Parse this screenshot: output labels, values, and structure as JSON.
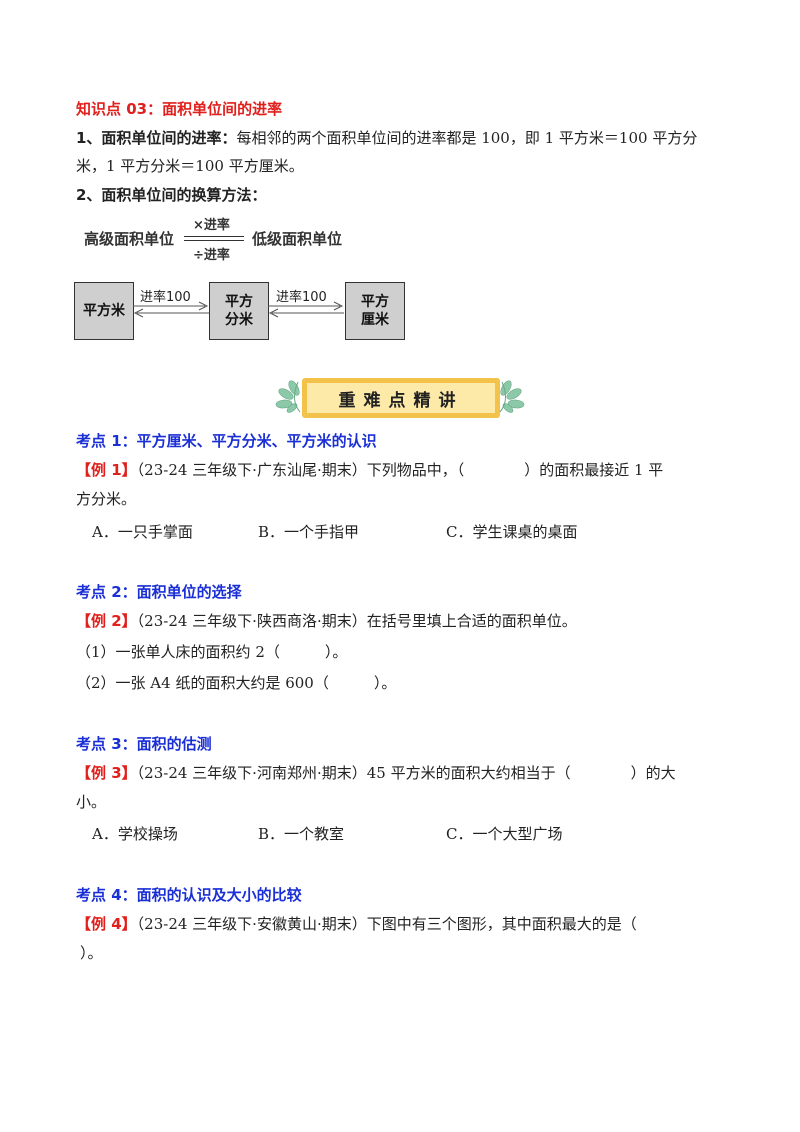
{
  "section_knowledge": {
    "title": "知识点 03：面积单位间的进率",
    "item1_label": "1、面积单位间的进率：",
    "item1_text_a": "每相邻的两个面积单位间的进率都是 100，即 1 平方米＝100 平方分",
    "item1_text_b": "米，1 平方分米＝100 平方厘米。",
    "item2_label": "2、面积单位间的换算方法："
  },
  "conversion_diagram": {
    "high_unit": "高级面积单位",
    "multiply_rate": "×进率",
    "divide_rate": "÷进率",
    "low_unit": "低级面积单位"
  },
  "unit_chain": {
    "box1": "平方米",
    "box2_line1": "平方",
    "box2_line2": "分米",
    "box3_line1": "平方",
    "box3_line2": "厘米",
    "rate1": "进率100",
    "rate2": "进率100"
  },
  "banner": {
    "title": "重难点精讲"
  },
  "kaodian1": {
    "title": "考点 1：平方厘米、平方分米、平方米的认识",
    "example_tag": "【例 1】",
    "question_a": "（23-24 三年级下·广东汕尾·期末）下列物品中，（　　　　）的面积最接近 1 平",
    "question_b": "方分米。",
    "option_a": "A．一只手掌面",
    "option_b": "B．一个手指甲",
    "option_c": "C．学生课桌的桌面"
  },
  "kaodian2": {
    "title": "考点 2：面积单位的选择",
    "example_tag": "【例 2】",
    "question": "（23-24 三年级下·陕西商洛·期末）在括号里填上合适的面积单位。",
    "sub1": "（1）一张单人床的面积约 2（　　　）。",
    "sub2": "（2）一张 A4 纸的面积大约是 600（　　　）。"
  },
  "kaodian3": {
    "title": "考点 3：面积的估测",
    "example_tag": "【例 3】",
    "question_a": "（23-24 三年级下·河南郑州·期末）45 平方米的面积大约相当于（　　　　）的大",
    "question_b": "小。",
    "option_a": "A．学校操场",
    "option_b": "B．一个教室",
    "option_c": "C．一个大型广场"
  },
  "kaodian4": {
    "title": "考点 4：面积的认识及大小的比较",
    "example_tag": "【例 4】",
    "question_a": "（23-24 三年级下·安徽黄山·期末）下图中有三个图形，其中面积最大的是（",
    "question_b": "）。"
  },
  "colors": {
    "red": "#e0201c",
    "blue": "#1a2fd6",
    "banner_bg": "#fde9a8",
    "banner_border": "#f2c24b",
    "leaf": "#8cc9a8"
  }
}
